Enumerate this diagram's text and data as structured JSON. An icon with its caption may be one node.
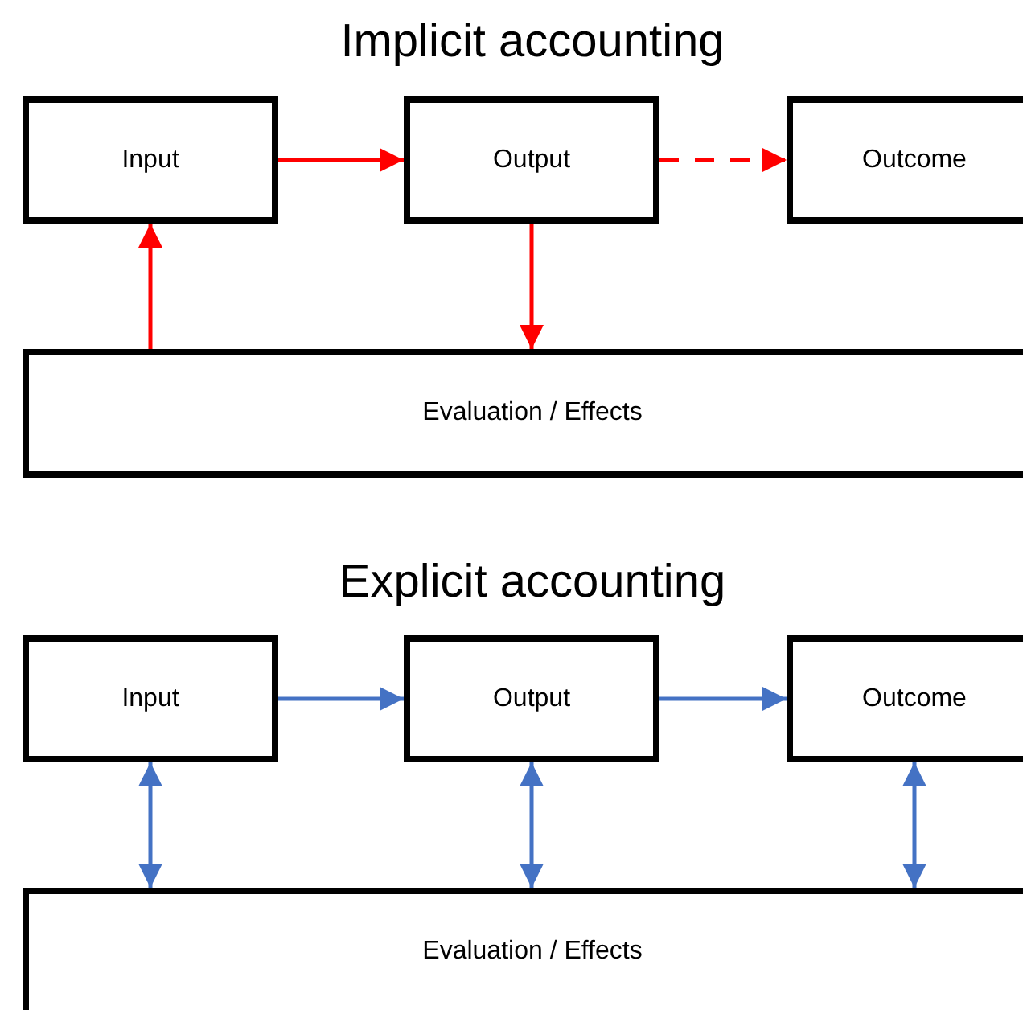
{
  "diagram": {
    "nodes": [
      {
        "text": [
          "Input"
        ]
      },
      {
        "text": [
          "Output"
        ]
      },
      {
        "text": [
          "Outcome"
        ]
      },
      {
        "text": [
          "Evaluation / Effects"
        ]
      },
      {
        "text": [
          "Input"
        ]
      },
      {
        "text": [
          "Output"
        ]
      },
      {
        "text": [
          "Outcome"
        ]
      },
      {
        "text": [
          "Evaluation / Effects"
        ]
      }
    ],
    "edges": [
      {
        "from": 0,
        "to": 1,
        "arrow": "to",
        "color": "#ff0000"
      },
      {
        "from": 1,
        "to": 2,
        "arrow": "to",
        "style": "dashed",
        "color": "#ff0000"
      },
      {
        "from": 1,
        "to": 3,
        "arrow": "to",
        "color": "#ff0000"
      },
      {
        "from": 3,
        "to": 0,
        "arrow": "to",
        "color": "#ff0000"
      },
      {
        "from": 4,
        "to": 5,
        "arrow": "to"
      },
      {
        "from": 5,
        "to": 6,
        "arrow": "to"
      },
      {
        "from": 4,
        "to": 7,
        "arrow": "both"
      },
      {
        "from": 5,
        "to": 7,
        "arrow": "both"
      },
      {
        "from": 6,
        "to": 7,
        "arrow": "both"
      }
    ],
    "labels": [
      "Implicit accounting",
      "Explicit accounting"
    ]
  }
}
